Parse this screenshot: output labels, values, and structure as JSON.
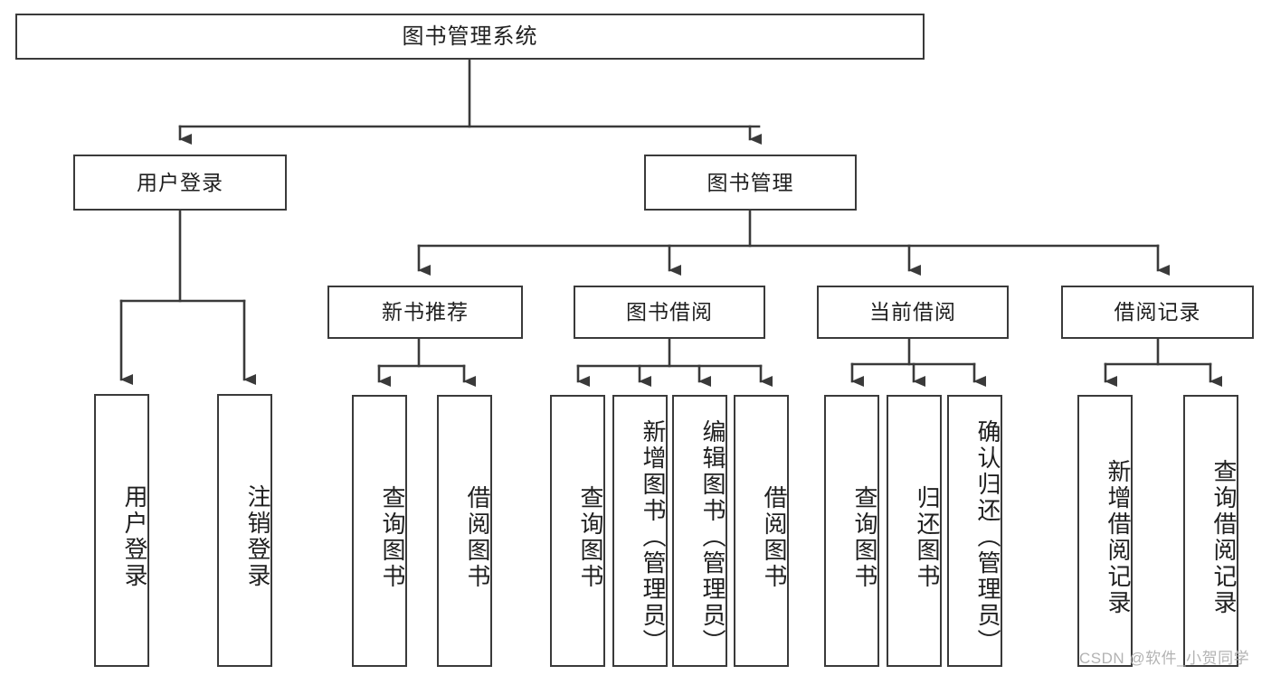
{
  "diagram": {
    "title": "图书管理系统",
    "type": "tree",
    "background_color": "#ffffff",
    "line_color": "#3a3a3a",
    "text_color": "#1f1f1f",
    "watermark": "CSDN @软件_小贺同学"
  },
  "nodes": {
    "root": {
      "label": "图书管理系统",
      "level": 1
    },
    "level2": [
      {
        "id": "user-login",
        "label": "用户登录"
      },
      {
        "id": "book-manage",
        "label": "图书管理"
      }
    ],
    "level3": [
      {
        "id": "new-book-recommend",
        "label": "新书推荐"
      },
      {
        "id": "book-borrow",
        "label": "图书借阅"
      },
      {
        "id": "current-borrow",
        "label": "当前借阅"
      },
      {
        "id": "borrow-record",
        "label": "借阅记录"
      }
    ],
    "leaves": {
      "user-login": [
        {
          "id": "leaf-user-login",
          "label": "用户登录"
        },
        {
          "id": "leaf-logout-login",
          "label": "注销登录"
        }
      ],
      "new-book-recommend": [
        {
          "id": "leaf-query-book-1",
          "label": "查询图书"
        },
        {
          "id": "leaf-borrow-book-1",
          "label": "借阅图书"
        }
      ],
      "book-borrow": [
        {
          "id": "leaf-query-book-2",
          "label": "查询图书"
        },
        {
          "id": "leaf-add-book",
          "label": "新增图书（管理员）"
        },
        {
          "id": "leaf-edit-book",
          "label": "编辑图书（管理员）"
        },
        {
          "id": "leaf-borrow-book-2",
          "label": "借阅图书"
        }
      ],
      "current-borrow": [
        {
          "id": "leaf-query-book-3",
          "label": "查询图书"
        },
        {
          "id": "leaf-return-book",
          "label": "归还图书"
        },
        {
          "id": "leaf-confirm-return",
          "label": "确认归还（管理员）"
        }
      ],
      "borrow-record": [
        {
          "id": "leaf-add-record",
          "label": "新增借阅记录"
        },
        {
          "id": "leaf-query-record",
          "label": "查询借阅记录"
        }
      ]
    }
  }
}
